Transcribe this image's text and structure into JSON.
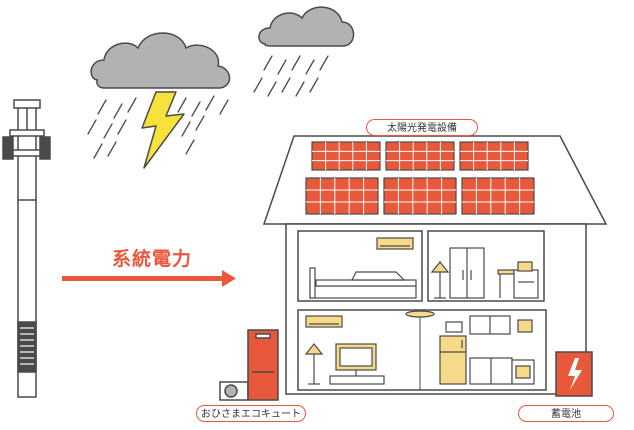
{
  "labels": {
    "solar": "太陽光発電設備",
    "grid_power": "系統電力",
    "ecocute": "おひさまエコキュート",
    "battery": "蓄電池"
  },
  "colors": {
    "accent": "#e8593c",
    "cloud": "#b2b2b2",
    "lightning": "#f6e23a",
    "house_line": "#4a4a4a",
    "appliance_yellow": "#f7d98a",
    "solar_cell": "#e8593c"
  },
  "icons": {
    "lightning": "lightning-icon",
    "battery_bolt": "bolt-icon"
  }
}
